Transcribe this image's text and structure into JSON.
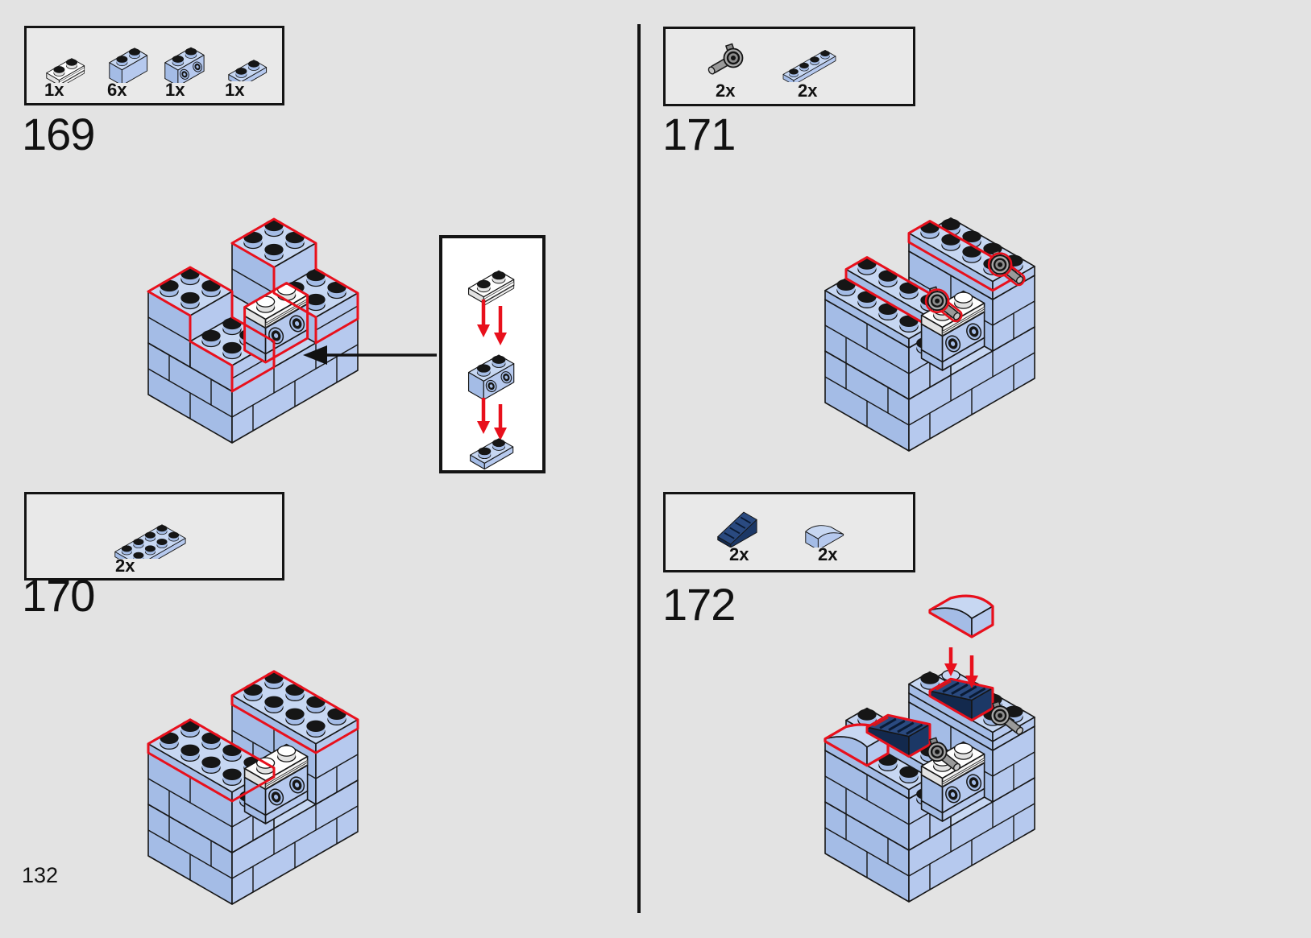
{
  "page": {
    "number": "132"
  },
  "colors": {
    "background": "#e3e3e3",
    "outline": "#161616",
    "highlight": "#e8101c",
    "arrow_black": "#111111",
    "brick_top": "#c7d7f2",
    "brick_left": "#a4bce6",
    "brick_right": "#b6c9ee",
    "white_top": "#fdfdfd",
    "white_left": "#e2e2e2",
    "white_right": "#f4f4f4",
    "navy_top": "#2a4a80",
    "navy_left": "#13294d",
    "navy_right": "#1c3866",
    "tool_gray": "#a8a8a8",
    "callout_bg": "#ffffff"
  },
  "steps": [
    {
      "number": "169",
      "parts": [
        {
          "part": "white-plate-1x2-with-door-rail",
          "qty": "1x"
        },
        {
          "part": "blue-brick-1x2",
          "qty": "6x"
        },
        {
          "part": "blue-brick-1x2-studs-on-side",
          "qty": "1x"
        },
        {
          "part": "blue-plate-1x2",
          "qty": "1x"
        }
      ]
    },
    {
      "number": "170",
      "parts": [
        {
          "part": "blue-plate-2x4",
          "qty": "2x"
        }
      ]
    },
    {
      "number": "171",
      "parts": [
        {
          "part": "gray-tool-round-head",
          "qty": "2x"
        },
        {
          "part": "blue-plate-1x4",
          "qty": "2x"
        }
      ]
    },
    {
      "number": "172",
      "parts": [
        {
          "part": "dark-blue-grille-slope-1x2",
          "qty": "2x"
        },
        {
          "part": "blue-curved-slope-1x2",
          "qty": "2x"
        }
      ]
    }
  ]
}
